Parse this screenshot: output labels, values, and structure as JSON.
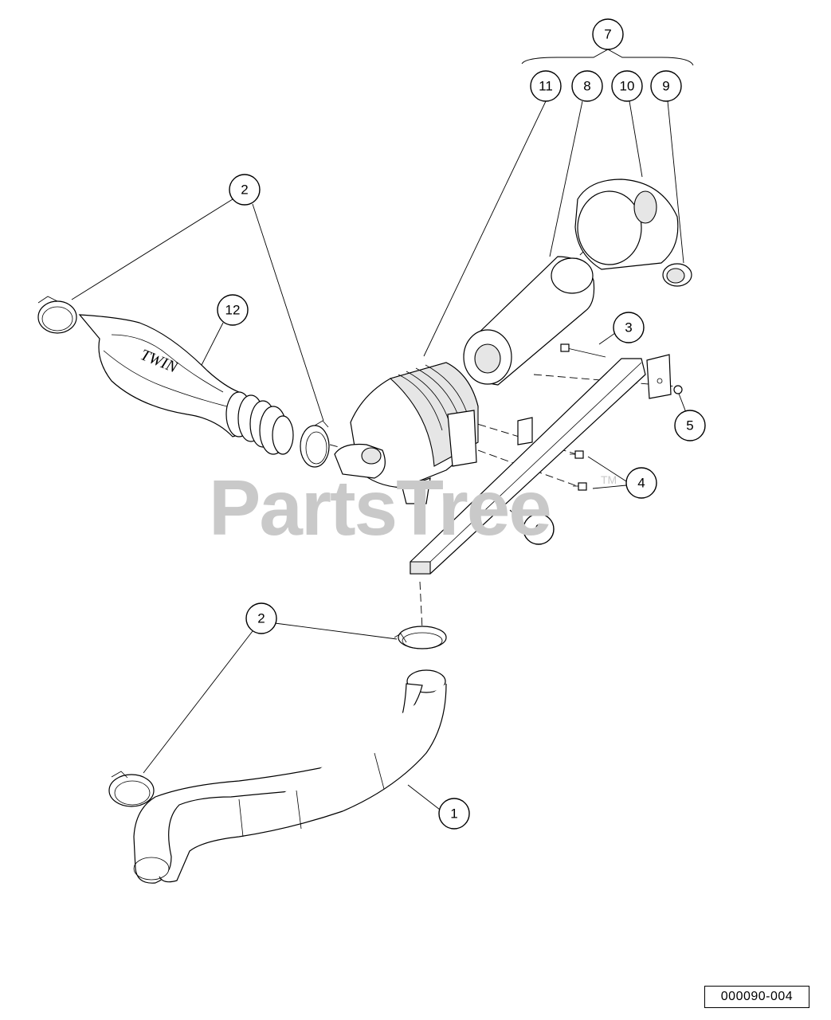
{
  "callouts": {
    "c1": "1",
    "c2a": "2",
    "c2b": "2",
    "c3": "3",
    "c4": "4",
    "c5": "5",
    "c6": "6",
    "c7": "7",
    "c8": "8",
    "c9": "9",
    "c10": "10",
    "c11": "11",
    "c12": "12"
  },
  "watermark": {
    "text": "PartsTree",
    "trademark": "TM"
  },
  "reference_number": "000090-004",
  "intake_logo_text": "TWIN"
}
